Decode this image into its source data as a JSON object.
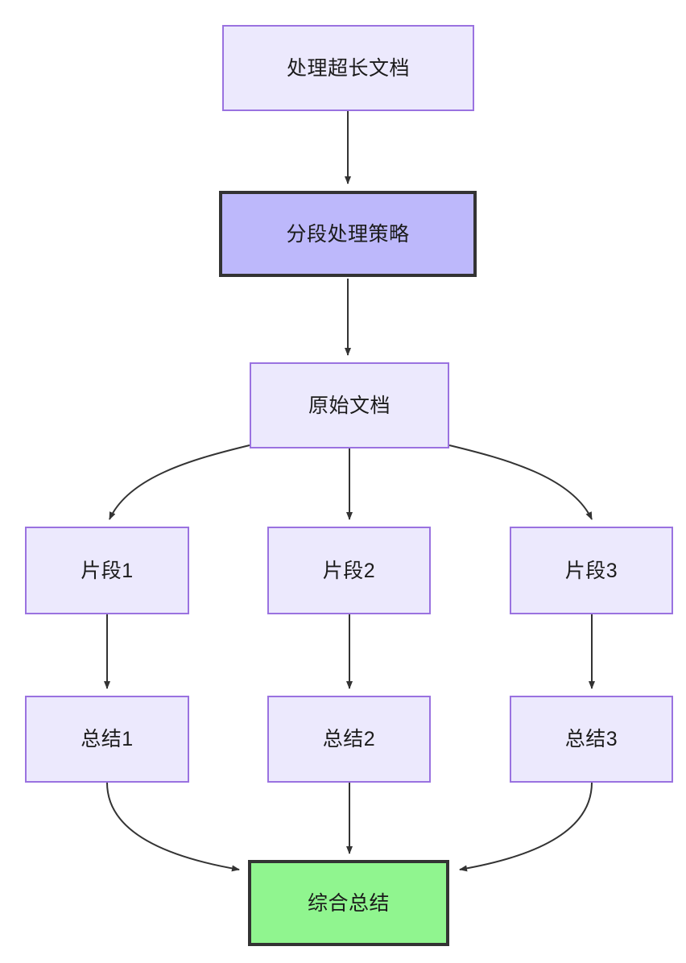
{
  "diagram": {
    "type": "flowchart",
    "direction": "top-to-bottom",
    "title": "处理超长文档",
    "colors": {
      "node_fill": "#ece9fd",
      "node_border": "#9a72e0",
      "emphasis_fill": "#bdb8fb",
      "emphasis_border": "#333333",
      "final_fill": "#90f58f",
      "final_border": "#333333",
      "edge_stroke": "#333333",
      "text": "#1b1b1b",
      "background": "#ffffff"
    },
    "nodes": [
      {
        "id": "start",
        "label": "处理超长文档",
        "style": "plain"
      },
      {
        "id": "strategy",
        "label": "分段处理策略",
        "style": "emphasis"
      },
      {
        "id": "source",
        "label": "原始文档",
        "style": "plain"
      },
      {
        "id": "chunk1",
        "label": "片段1",
        "style": "plain"
      },
      {
        "id": "chunk2",
        "label": "片段2",
        "style": "plain"
      },
      {
        "id": "chunk3",
        "label": "片段3",
        "style": "plain"
      },
      {
        "id": "sum1",
        "label": "总结1",
        "style": "plain"
      },
      {
        "id": "sum2",
        "label": "总结2",
        "style": "plain"
      },
      {
        "id": "sum3",
        "label": "总结3",
        "style": "plain"
      },
      {
        "id": "final",
        "label": "综合总结",
        "style": "final"
      }
    ],
    "edges": [
      {
        "from": "start",
        "to": "strategy",
        "shape": "straight",
        "arrow": "triangle"
      },
      {
        "from": "strategy",
        "to": "source",
        "shape": "straight",
        "arrow": "triangle"
      },
      {
        "from": "source",
        "to": "chunk1",
        "shape": "curve",
        "arrow": "triangle"
      },
      {
        "from": "source",
        "to": "chunk2",
        "shape": "straight",
        "arrow": "triangle"
      },
      {
        "from": "source",
        "to": "chunk3",
        "shape": "curve",
        "arrow": "triangle"
      },
      {
        "from": "chunk1",
        "to": "sum1",
        "shape": "straight",
        "arrow": "triangle"
      },
      {
        "from": "chunk2",
        "to": "sum2",
        "shape": "straight",
        "arrow": "triangle"
      },
      {
        "from": "chunk3",
        "to": "sum3",
        "shape": "straight",
        "arrow": "triangle"
      },
      {
        "from": "sum1",
        "to": "final",
        "shape": "curve",
        "arrow": "triangle"
      },
      {
        "from": "sum2",
        "to": "final",
        "shape": "straight",
        "arrow": "triangle"
      },
      {
        "from": "sum3",
        "to": "final",
        "shape": "curve",
        "arrow": "triangle"
      }
    ]
  }
}
